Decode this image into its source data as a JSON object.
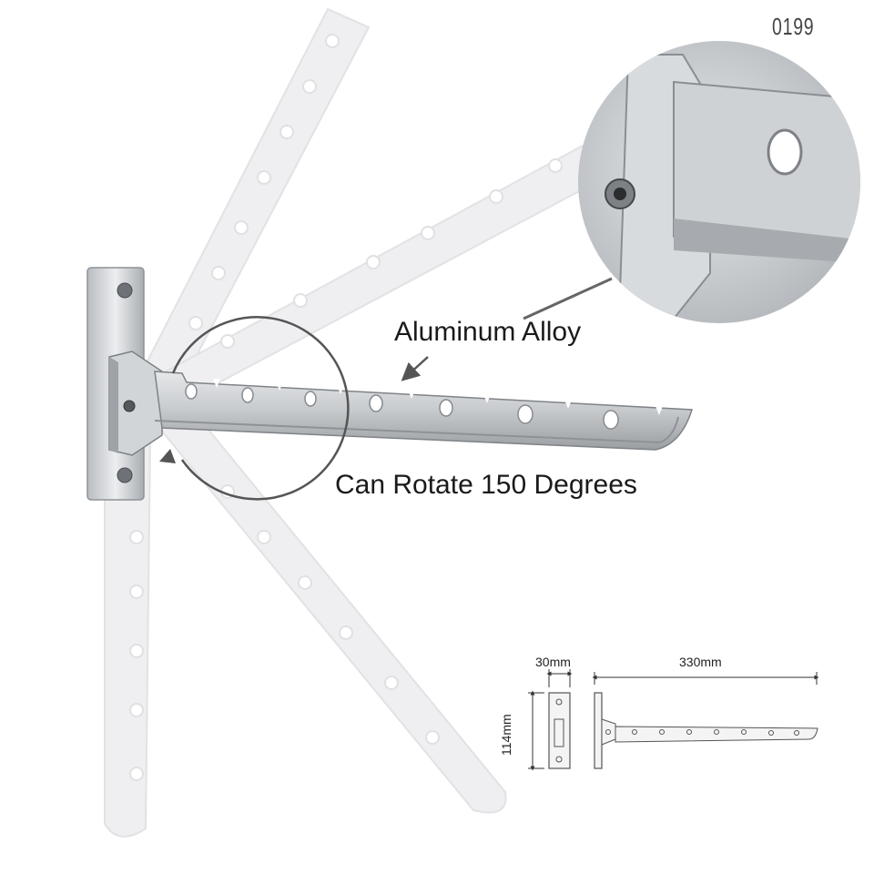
{
  "product_code": "0199",
  "callouts": {
    "material": "Aluminum Alloy",
    "rotation": "Can Rotate 150 Degrees"
  },
  "dimensions": {
    "base_width": "30mm",
    "arm_length": "330mm",
    "base_height": "114mm"
  },
  "colors": {
    "aluminum": "#c9ccd0",
    "aluminum_dark": "#8e9296",
    "ghost": "#ececee",
    "text": "#1a1a1a"
  }
}
